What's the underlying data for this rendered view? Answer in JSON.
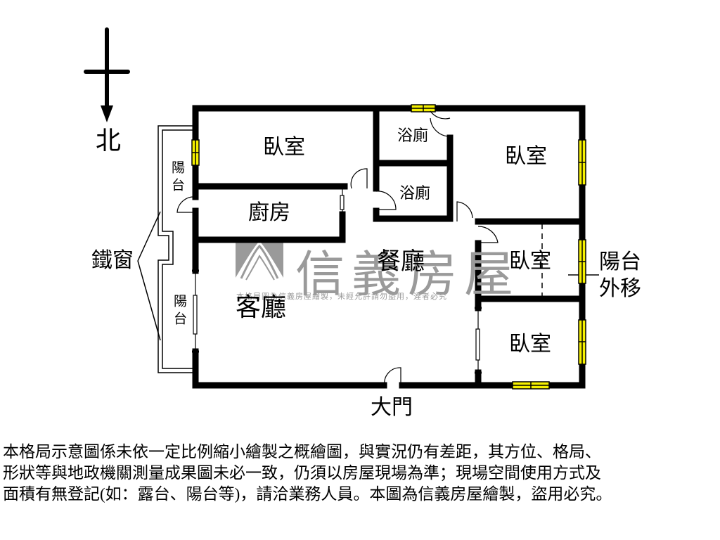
{
  "compass": {
    "label": "北",
    "icon": "north-arrow-icon"
  },
  "rooms": {
    "bedroom_nw": "臥室",
    "bathroom_upper": "浴廁",
    "bathroom_lower": "浴廁",
    "bedroom_ne": "臥室",
    "kitchen": "廚房",
    "dining": "餐廳",
    "living": "客廳",
    "bedroom_e": "臥室",
    "bedroom_se": "臥室"
  },
  "balconies": {
    "west_upper": "陽台",
    "west_lower": "陽台",
    "east": "陽台",
    "east_note": "外移"
  },
  "annotations": {
    "iron_window": "鐵窗",
    "main_door": "大門"
  },
  "watermark": {
    "brand": "信義房屋",
    "notice": "本格局圖為信義房屋繪製，未經允許請勿盜用，違者必究",
    "color": "#9a9a9a"
  },
  "colors": {
    "wall": "#000000",
    "window_fill": "#f5f000",
    "background": "#ffffff"
  },
  "disclaimer": {
    "lines": [
      "本格局示意圖係未依一定比例縮小繪製之概繪圖，與實況仍有差距，其方位、格局、",
      "形狀等與地政機關測量成果圖未必一致，仍須以房屋現場為準；現場空間使用方式及",
      "面積有無登記(如：露台、陽台等)，請洽業務人員。本圖為信義房屋繪製，盜用必究。"
    ]
  }
}
